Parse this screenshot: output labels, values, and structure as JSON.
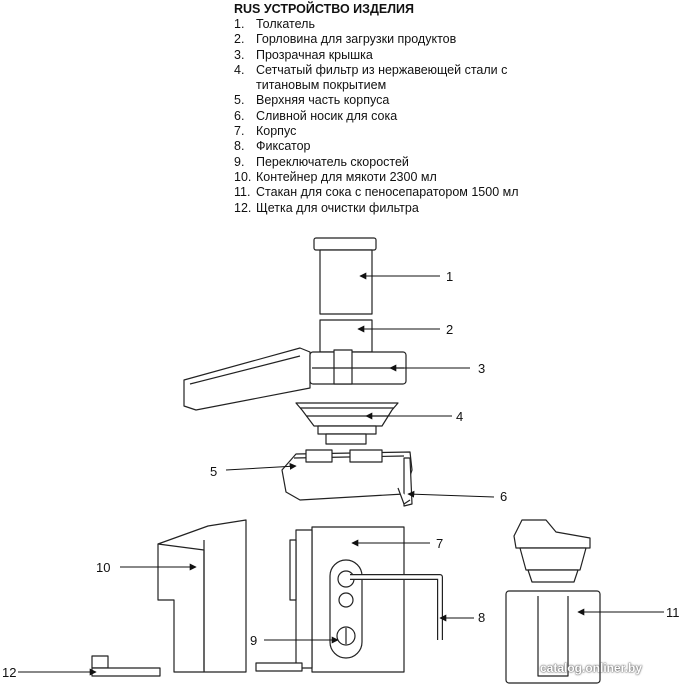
{
  "heading": "RUS УСТРОЙСТВО ИЗДЕЛИЯ",
  "parts": [
    {
      "num": "1.",
      "text": "Толкатель"
    },
    {
      "num": "2.",
      "text": "Горловина для загрузки продуктов"
    },
    {
      "num": "3.",
      "text": "Прозрачная крышка"
    },
    {
      "num": "4.",
      "text": "Сетчатый фильтр из нержавеющей стали с",
      "cont": "титановым покрытием"
    },
    {
      "num": "5.",
      "text": "Верхняя часть корпуса"
    },
    {
      "num": "6.",
      "text": "Сливной носик для сока"
    },
    {
      "num": "7.",
      "text": "Корпус"
    },
    {
      "num": "8.",
      "text": "Фиксатор"
    },
    {
      "num": "9.",
      "text": "Переключатель скоростей"
    },
    {
      "num": "10.",
      "text": "Контейнер для мякоти 2300 мл"
    },
    {
      "num": "11.",
      "text": "Стакан для сока с пеносепаратором 1500 мл"
    },
    {
      "num": "12.",
      "text": "Щетка для очистки фильтра"
    }
  ],
  "callouts": {
    "c1": "1",
    "c2": "2",
    "c3": "3",
    "c4": "4",
    "c5": "5",
    "c6": "6",
    "c7": "7",
    "c8": "8",
    "c9": "9",
    "c10": "10",
    "c11": "11",
    "c12": "12"
  },
  "watermark": "catalog.onliner.by"
}
